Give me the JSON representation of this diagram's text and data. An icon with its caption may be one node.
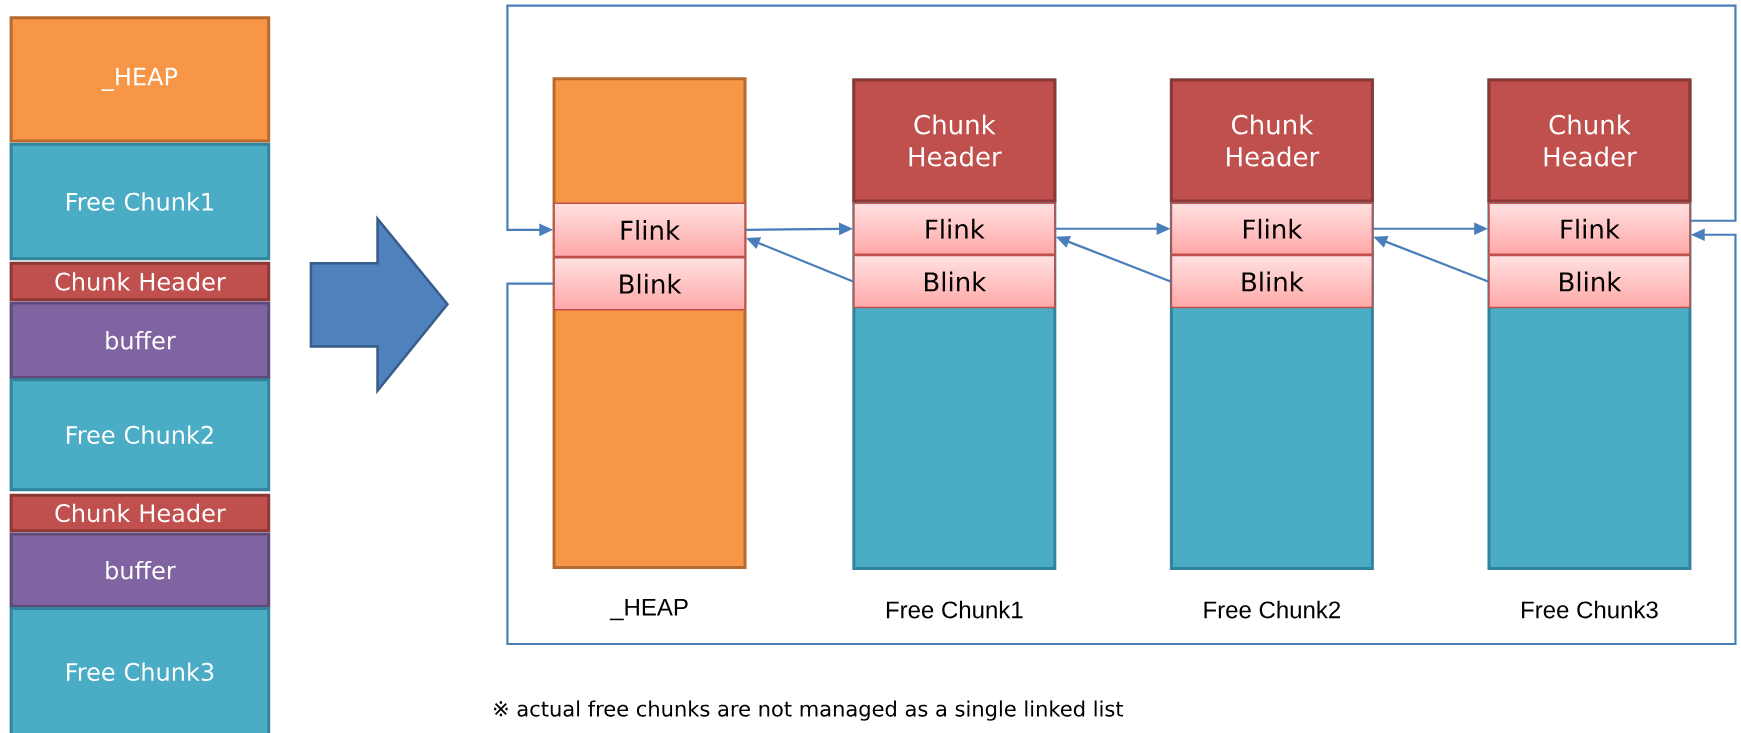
{
  "diagram": {
    "nodes": [
      {
        "text": [
          "_HEAP"
        ]
      },
      {
        "text": [
          "Free Chunk1"
        ]
      },
      {
        "text": [
          "Chunk Header"
        ]
      },
      {
        "text": [
          "buffer"
        ]
      },
      {
        "text": [
          "Free Chunk2"
        ]
      },
      {
        "text": [
          "Chunk Header"
        ]
      },
      {
        "text": [
          "buffer"
        ]
      },
      {
        "text": [
          "Free Chunk3"
        ]
      },
      {
        "text": [],
        "shape": "box",
        "beside": [
          "_HEAP"
        ]
      },
      {
        "text": [
          "Flink"
        ],
        "in": 8
      },
      {
        "text": [
          "Blink"
        ],
        "in": 8
      },
      {
        "text": [],
        "shape": "box",
        "beside": [
          "Free Chunk1"
        ]
      },
      {
        "text": [
          "Chunk Header"
        ],
        "in": 11
      },
      {
        "text": [
          "Flink"
        ],
        "in": 11
      },
      {
        "text": [
          "Blink"
        ],
        "in": 11
      },
      {
        "text": [],
        "shape": "box",
        "beside": [
          "Free Chunk2"
        ]
      },
      {
        "text": [
          "Chunk Header"
        ],
        "in": 15
      },
      {
        "text": [
          "Flink"
        ],
        "in": 15
      },
      {
        "text": [
          "Blink"
        ],
        "in": 15
      },
      {
        "text": [],
        "shape": "box",
        "beside": [
          "Free Chunk3"
        ]
      },
      {
        "text": [
          "Chunk Header"
        ],
        "in": 19
      },
      {
        "text": [
          "Flink"
        ],
        "in": 19
      },
      {
        "text": [
          "Blink"
        ],
        "in": 19
      }
    ],
    "edges": [
      {
        "from": 9,
        "to": 13,
        "arrow": "to"
      },
      {
        "from": 14,
        "to": 9,
        "arrow": "to"
      },
      {
        "from": 13,
        "to": 17,
        "arrow": "to"
      },
      {
        "from": 18,
        "to": 13,
        "arrow": "to"
      },
      {
        "from": 17,
        "to": 21,
        "arrow": "to"
      },
      {
        "from": 22,
        "to": 17,
        "arrow": "to"
      },
      {
        "from": 21,
        "to": 9,
        "arrow": "to"
      },
      {
        "from": 10,
        "to": 21,
        "arrow": "to"
      }
    ],
    "labels": [
      "※ actual free chunks are not managed as a single linked list"
    ]
  }
}
